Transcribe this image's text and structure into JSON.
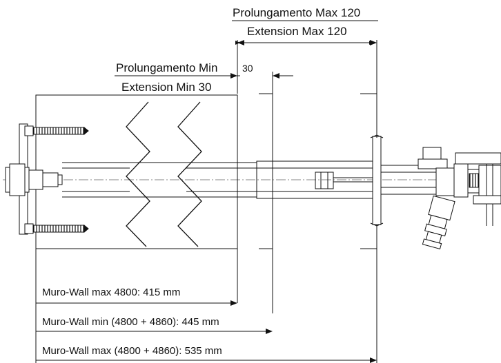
{
  "labels": {
    "extension_max_it": "Prolungamento Max 120",
    "extension_max_en": "Extension Max 120",
    "extension_min_it": "Prolungamento Min",
    "extension_min_value": "30",
    "extension_min_en": "Extension Min 30",
    "wall_1": "Muro-Wall max 4800: 415 mm",
    "wall_2": "Muro-Wall min (4800 + 4860):  445 mm",
    "wall_3": "Muro-Wall max (4800 + 4860):  535 mm"
  }
}
